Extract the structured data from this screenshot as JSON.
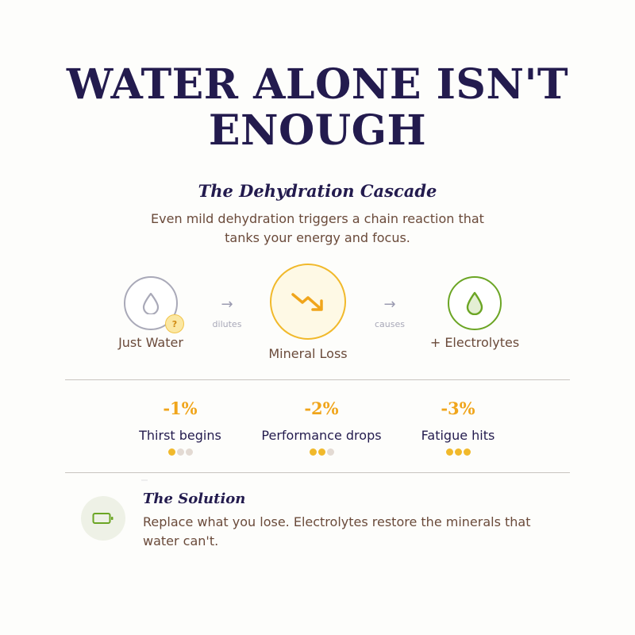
{
  "title": {
    "line1": "WATER ALONE ISN'T",
    "line2": "ENOUGH"
  },
  "subtitle": "The Dehydration Cascade",
  "intro": {
    "line1": "Even mild dehydration triggers a chain reaction that",
    "line2": "tanks your energy and focus."
  },
  "cascade": {
    "nodes": [
      {
        "label": "Just Water",
        "icon": "water-drop-icon",
        "badge": "?"
      },
      {
        "label": "Mineral Loss",
        "icon": "trending-down-arrow-icon"
      },
      {
        "label": "+ Electrolytes",
        "icon": "filled-drop-icon"
      }
    ],
    "arrows": [
      {
        "label": "dilutes",
        "icon": "arrow-right-icon"
      },
      {
        "label": "causes",
        "icon": "arrow-right-icon"
      }
    ]
  },
  "stats": [
    {
      "percent": "-1%",
      "label": "Thirst begins",
      "level": 1,
      "max": 3
    },
    {
      "percent": "-2%",
      "label": "Performance drops",
      "level": 2,
      "max": 3
    },
    {
      "percent": "-3%",
      "label": "Fatigue hits",
      "level": 3,
      "max": 3
    }
  ],
  "solution": {
    "title": "The Solution",
    "text": "Replace what you lose. Electrolytes restore the minerals that water can't.",
    "icon": "battery-icon"
  },
  "colors": {
    "navy": "#231b4e",
    "brown": "#6a4a3a",
    "amber": "#f1b92b",
    "green": "#6ba524",
    "grey": "#a9a9b8"
  }
}
